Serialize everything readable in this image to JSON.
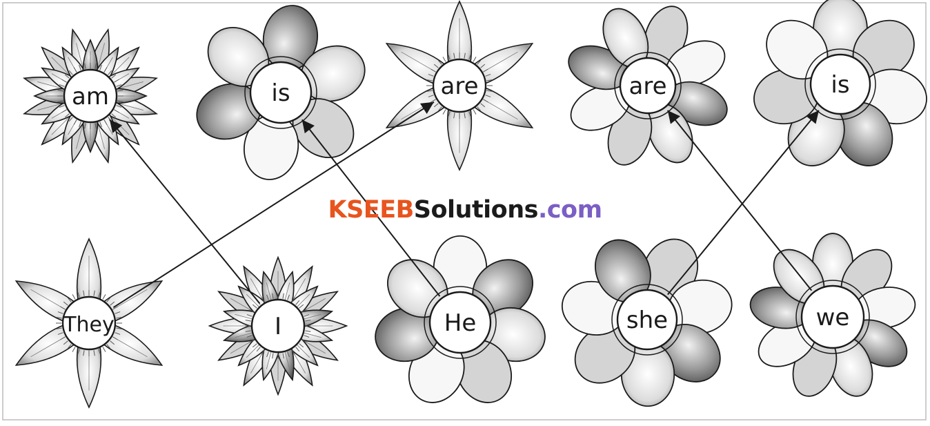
{
  "top_words": [
    "am",
    "is",
    "are",
    "are",
    "is"
  ],
  "bottom_words": [
    "They",
    "I",
    "He",
    "she",
    "we"
  ],
  "matches": [
    {
      "from": "I",
      "to": "am"
    },
    {
      "from": "He",
      "to": "is"
    },
    {
      "from": "They",
      "to": "are"
    },
    {
      "from": "we",
      "to": "are"
    },
    {
      "from": "she",
      "to": "is"
    }
  ],
  "watermark": {
    "part1": "KSEEB",
    "part2": "Solutions",
    "part3": ".com"
  },
  "colors": {
    "ink": "#1a1a1a",
    "petal_shade": "#bdbdbd",
    "watermark_orange": "#e8541e",
    "watermark_dark": "#1b1b1b",
    "watermark_purple": "#7b5fc4"
  }
}
